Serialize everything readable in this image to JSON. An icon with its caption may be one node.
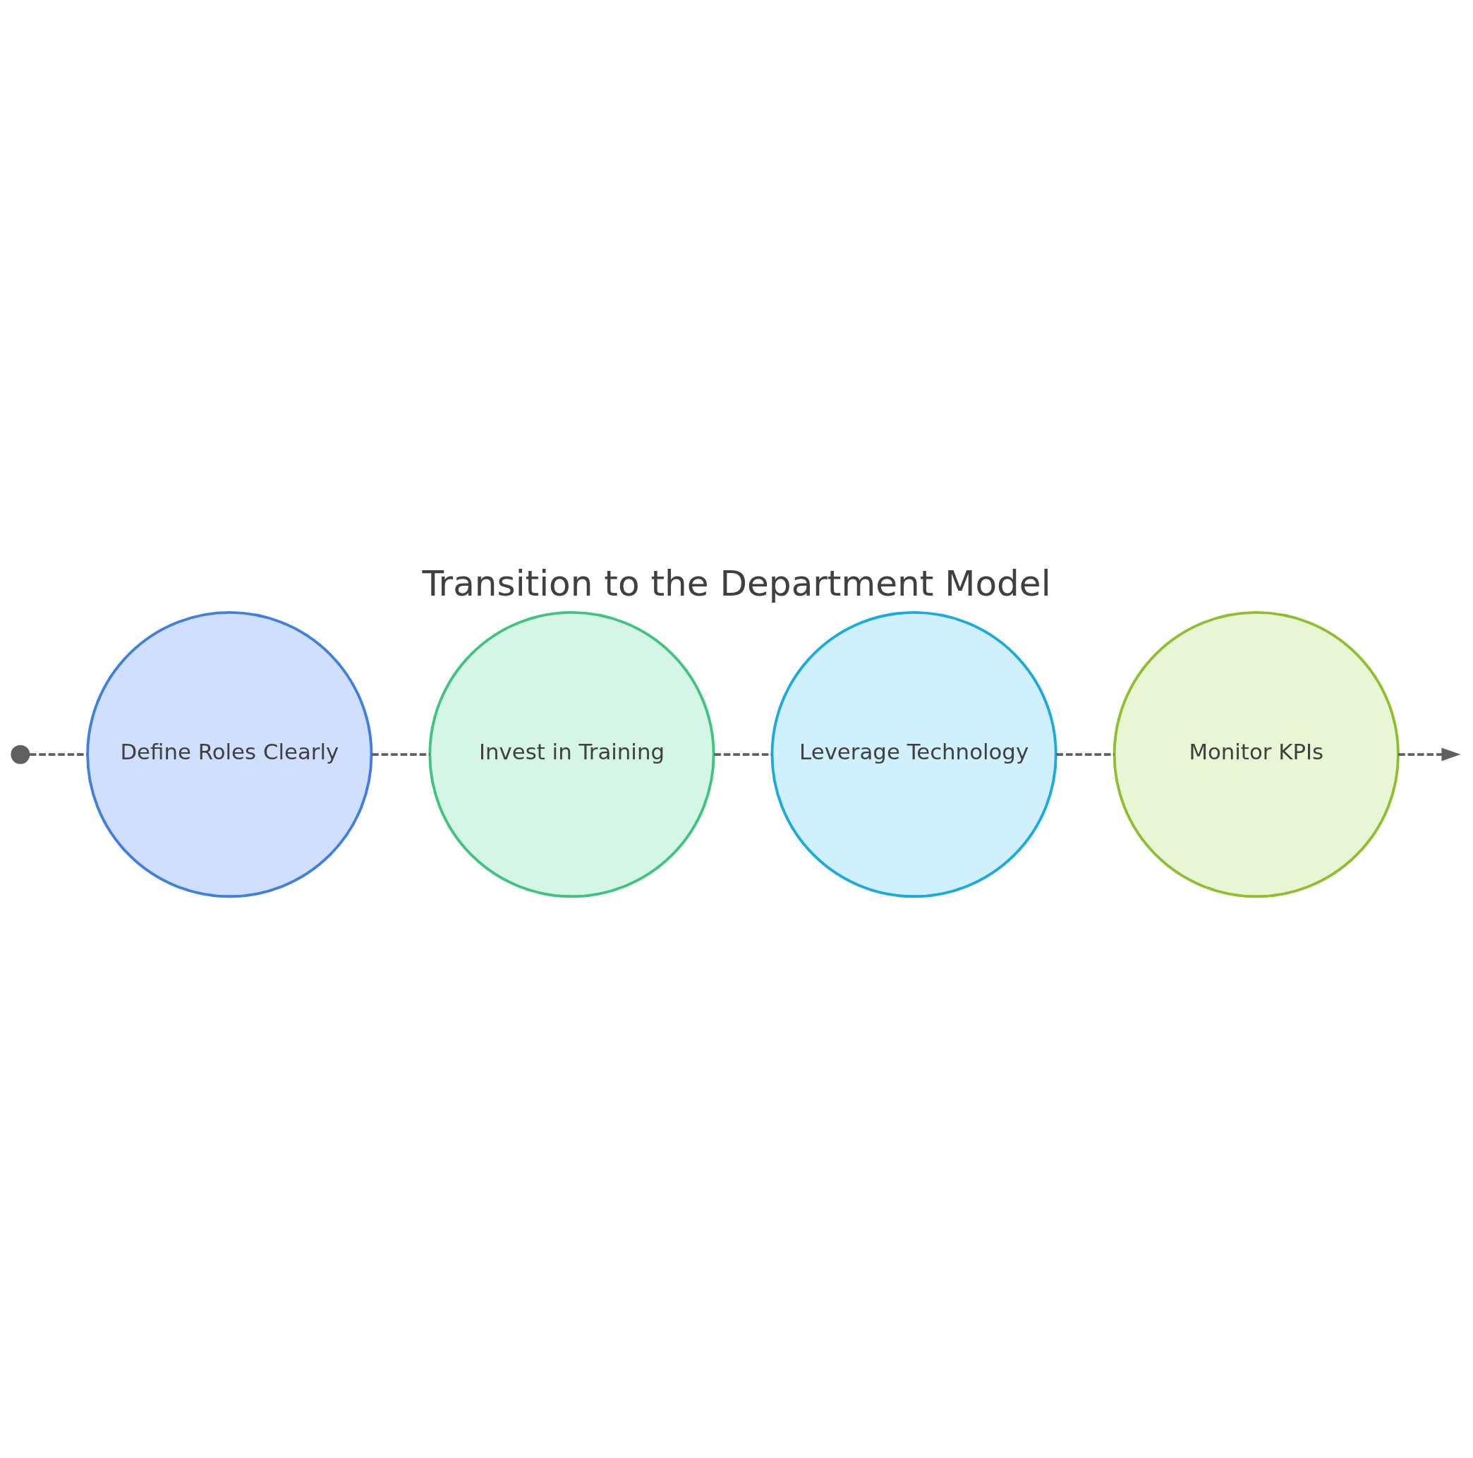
{
  "diagram": {
    "title": "Transition to the Department Model",
    "nodes": [
      {
        "text": [],
        "shape": "circle"
      },
      {
        "text": [
          "Define Roles Clearly"
        ]
      },
      {
        "text": [
          "Invest in Training"
        ]
      },
      {
        "text": [
          "Leverage Technology"
        ]
      },
      {
        "text": [
          "Monitor KPIs"
        ]
      }
    ],
    "edges": [
      {
        "from": 0,
        "to": 1,
        "arrow": "none",
        "style": "dashed"
      },
      {
        "from": 1,
        "to": 2,
        "arrow": "none",
        "style": "dashed"
      },
      {
        "from": 2,
        "to": 3,
        "arrow": "none",
        "style": "dashed"
      },
      {
        "from": 3,
        "to": 4,
        "arrow": "none",
        "style": "dashed"
      },
      {
        "from": 4,
        "to": null,
        "arrow": "to",
        "style": "dashed"
      }
    ]
  }
}
